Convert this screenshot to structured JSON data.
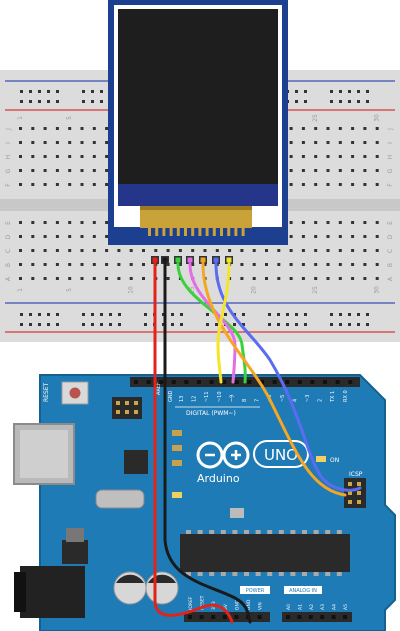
{
  "breadboard": {
    "row_letters_top": [
      "J",
      "I",
      "H",
      "G",
      "F"
    ],
    "row_letters_bottom": [
      "E",
      "D",
      "C",
      "B",
      "A"
    ],
    "column_numbers": [
      "1",
      "5",
      "10",
      "15",
      "20",
      "25",
      "30"
    ]
  },
  "arduino": {
    "logo_text": "Arduino",
    "uno_text": "UNO",
    "reset_label": "RESET",
    "icsp_label": "ICSP",
    "on_label": "ON",
    "aref_label": "AREF",
    "gnd_label": "GND",
    "digital_label": "DIGITAL (PWM~)",
    "power_label": "POWER",
    "analog_label": "ANALOG IN",
    "digital_pins": [
      "13",
      "12",
      "~11",
      "~10",
      "~9",
      "8",
      "7",
      "~6",
      "~5",
      "4",
      "~3",
      "2",
      "TX 1",
      "RX 0"
    ],
    "power_pins": [
      "IOREF",
      "RESET",
      "3V3",
      "5V",
      "GND",
      "GND",
      "VIN"
    ],
    "analog_pins": [
      "A0",
      "A1",
      "A2",
      "A3",
      "A4",
      "A5"
    ]
  },
  "wires": [
    {
      "name": "red",
      "color": "#e2231a"
    },
    {
      "name": "black",
      "color": "#1a1a1a"
    },
    {
      "name": "green",
      "color": "#3ad13a"
    },
    {
      "name": "magenta",
      "color": "#e36ee6"
    },
    {
      "name": "orange",
      "color": "#f5a623"
    },
    {
      "name": "blue",
      "color": "#5a6cf0"
    },
    {
      "name": "yellow",
      "color": "#f2e52a"
    }
  ],
  "colors": {
    "board_blue": "#1f7bb5",
    "board_dark": "#15628f",
    "breadboard": "#dcdcdc",
    "rail_red": "#d23a3a",
    "rail_blue": "#3a4fb0",
    "tft_frame": "#1d3f8f",
    "tft_screen": "#1e1e1e",
    "flex_gold": "#c9a23a"
  }
}
